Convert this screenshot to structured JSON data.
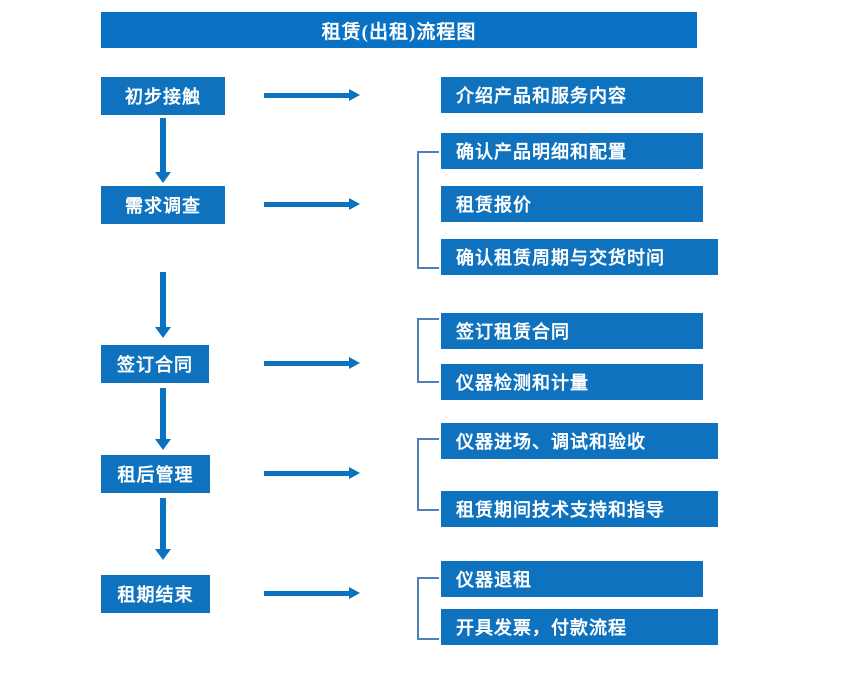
{
  "diagram": {
    "title": "租赁(出租)流程图",
    "colors": {
      "title_bar": "#0A72C4",
      "node_fill": "#0F72BE",
      "node_text": "#FFFFFF",
      "arrow": "#0B72C0",
      "bracket": "#4E7FB5",
      "background": "#FFFFFF"
    },
    "stages": [
      {
        "id": "stage-1",
        "label": "初步接触",
        "details": [
          "介绍产品和服务内容"
        ],
        "has_bracket": false
      },
      {
        "id": "stage-2",
        "label": "需求调查",
        "details": [
          "确认产品明细和配置",
          "租赁报价",
          "确认租赁周期与交货时间"
        ],
        "has_bracket": true
      },
      {
        "id": "stage-3",
        "label": "签订合同",
        "details": [
          "签订租赁合同",
          "仪器检测和计量"
        ],
        "has_bracket": true
      },
      {
        "id": "stage-4",
        "label": "租后管理",
        "details": [
          "仪器进场、调试和验收",
          "租赁期间技术支持和指导"
        ],
        "has_bracket": true
      },
      {
        "id": "stage-5",
        "label": "租期结束",
        "details": [
          "仪器退租",
          "开具发票，付款流程"
        ],
        "has_bracket": true
      }
    ]
  }
}
